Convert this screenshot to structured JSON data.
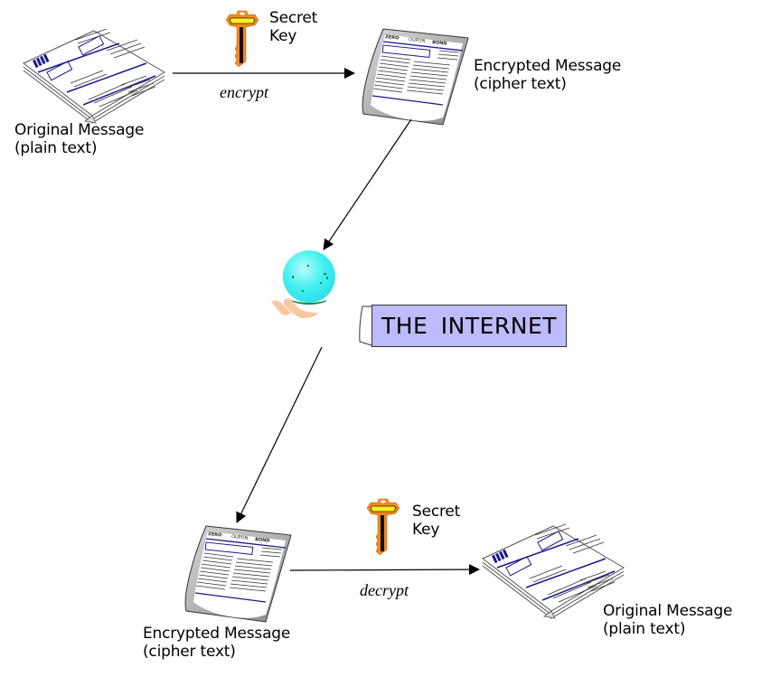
{
  "diagram": {
    "title": "Symmetric key encryption over the Internet",
    "nodes": {
      "original_top": {
        "line1": "Original Message",
        "line2": "(plain text)",
        "icon": "plain-document-icon"
      },
      "encrypted_top": {
        "line1": "Encrypted Message",
        "line2": "(cipher text)",
        "icon": "cipher-document-icon",
        "doc_header": [
          "ZERO",
          "OUPON",
          "BOND"
        ]
      },
      "internet": {
        "label": "THE  INTERNET",
        "icon": "globe-in-hands-icon"
      },
      "encrypted_bottom": {
        "line1": "Encrypted Message",
        "line2": "(cipher text)",
        "icon": "cipher-document-icon",
        "doc_header": [
          "ZERO",
          "OUPON",
          "BOND"
        ]
      },
      "original_bottom": {
        "line1": "Original Message",
        "line2": "(plain text)",
        "icon": "plain-document-icon"
      }
    },
    "keys": {
      "top": {
        "line1": "Secret",
        "line2": "Key",
        "icon": "key-icon"
      },
      "bottom": {
        "line1": "Secret",
        "line2": "Key",
        "icon": "key-icon"
      }
    },
    "edges": {
      "encrypt": {
        "label": "encrypt",
        "from": "original_top",
        "to": "encrypted_top"
      },
      "to_internet": {
        "label": "",
        "from": "encrypted_top",
        "to": "internet"
      },
      "from_internet": {
        "label": "",
        "from": "internet",
        "to": "encrypted_bottom"
      },
      "decrypt": {
        "label": "decrypt",
        "from": "encrypted_bottom",
        "to": "original_bottom"
      }
    },
    "colors": {
      "internet_box": "#bcbcfc",
      "globe": "#40f0f0",
      "key_body": "#f08a1c",
      "key_head": "#f8f020",
      "doc_accent": "#1a1a8c",
      "hands": "#f8c8a0"
    }
  }
}
